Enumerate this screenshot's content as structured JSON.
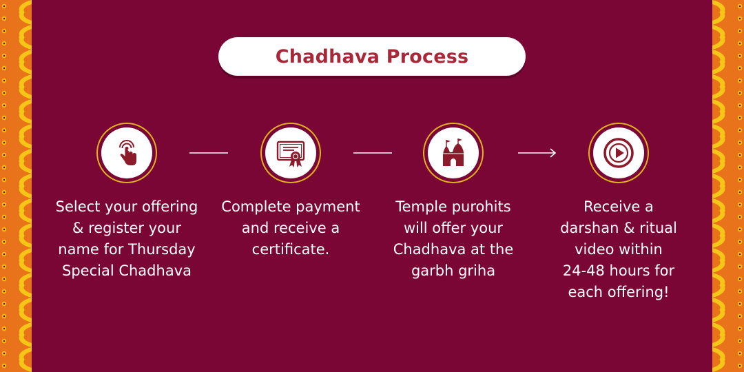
{
  "title": "Chadhava Process",
  "colors": {
    "background": "#7a0636",
    "title_text": "#a8283a",
    "icon_color": "#8b1a2a",
    "ring_gold": "#e2b11f",
    "border_orange": "#e8731a",
    "border_yellow": "#f5c518"
  },
  "steps": [
    {
      "icon": "tap-hand-icon",
      "text": "Select your offering\n& register your\nname for Thursday\nSpecial Chadhava"
    },
    {
      "icon": "certificate-icon",
      "text": "Complete payment\nand receive a\ncertificate."
    },
    {
      "icon": "temple-icon",
      "text": "Temple purohits\nwill offer your\nChadhava at the\ngarbh griha"
    },
    {
      "icon": "play-video-icon",
      "text": "Receive a\ndarshan & ritual\nvideo within\n24-48 hours for\neach offering!"
    }
  ]
}
